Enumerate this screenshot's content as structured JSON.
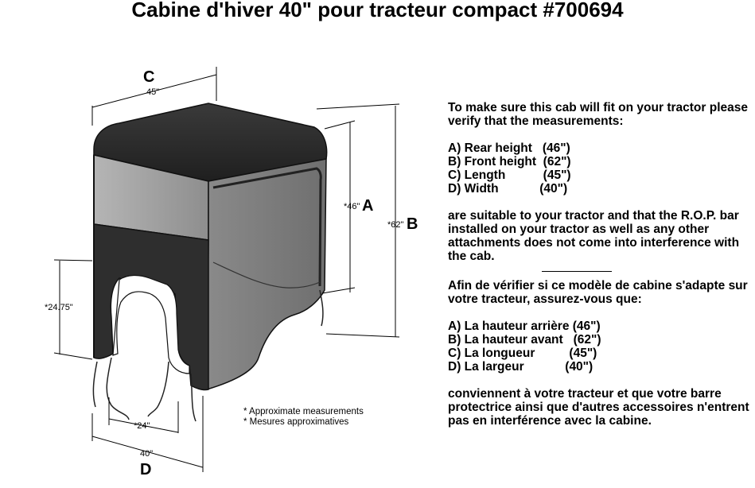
{
  "title": "Cabine d'hiver 40\" pour tracteur compact #700694",
  "dimensions": {
    "C": {
      "letter": "C",
      "value": "45\""
    },
    "A": {
      "letter": "A",
      "value": "*46\""
    },
    "B": {
      "letter": "B",
      "value": "*62\""
    },
    "D": {
      "letter": "D",
      "value": "40\""
    },
    "side": {
      "value": "*24.75\""
    },
    "door": {
      "value": "*24\""
    }
  },
  "notes": [
    "* Approximate measurements",
    "* Mesures approximatives"
  ],
  "english": {
    "intro": "To make sure this cab will fit on your tractor please verify that the measurements:",
    "items": [
      "A) Rear height   (46\")",
      "B) Front height  (62\")",
      "C) Length           (45\")",
      "D) Width            (40\")"
    ],
    "outro": "are suitable to your tractor and that the R.O.P. bar installed on your tractor as well as any other attachments does not come into interference with the cab."
  },
  "french": {
    "intro": "Afin de vérifier si ce modèle de cabine s'adapte sur votre tracteur, assurez-vous que:",
    "items": [
      "A) La hauteur arrière (46\")",
      "B) La hauteur avant   (62\")",
      "C) La longueur          (45\")",
      "D) La largeur            (40\")"
    ],
    "outro": "conviennent à votre tracteur et que votre barre protectrice ainsi que d'autres accessoires n'entrent pas en interférence avec la cabine."
  }
}
